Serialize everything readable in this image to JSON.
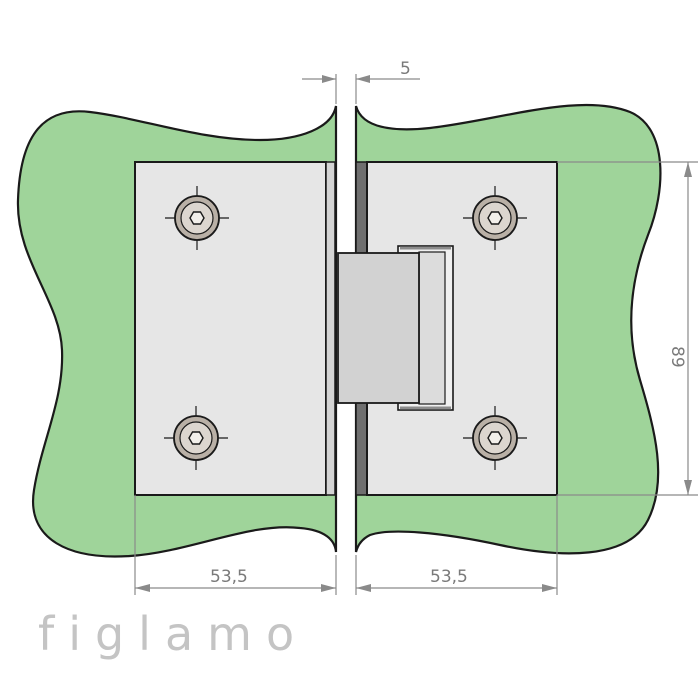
{
  "dimensions": {
    "gap": "5",
    "height": "89",
    "left_width": "53,5",
    "right_width": "53,5"
  },
  "brand": "figlamo",
  "colors": {
    "glass": "#9fd49a",
    "metal": "#e6e6e6",
    "outline": "#1a1a1a",
    "dimension": "#8a8a8a",
    "brand": "#c4c4c4"
  },
  "icons": {
    "screw": "hex-socket-screw-icon"
  }
}
